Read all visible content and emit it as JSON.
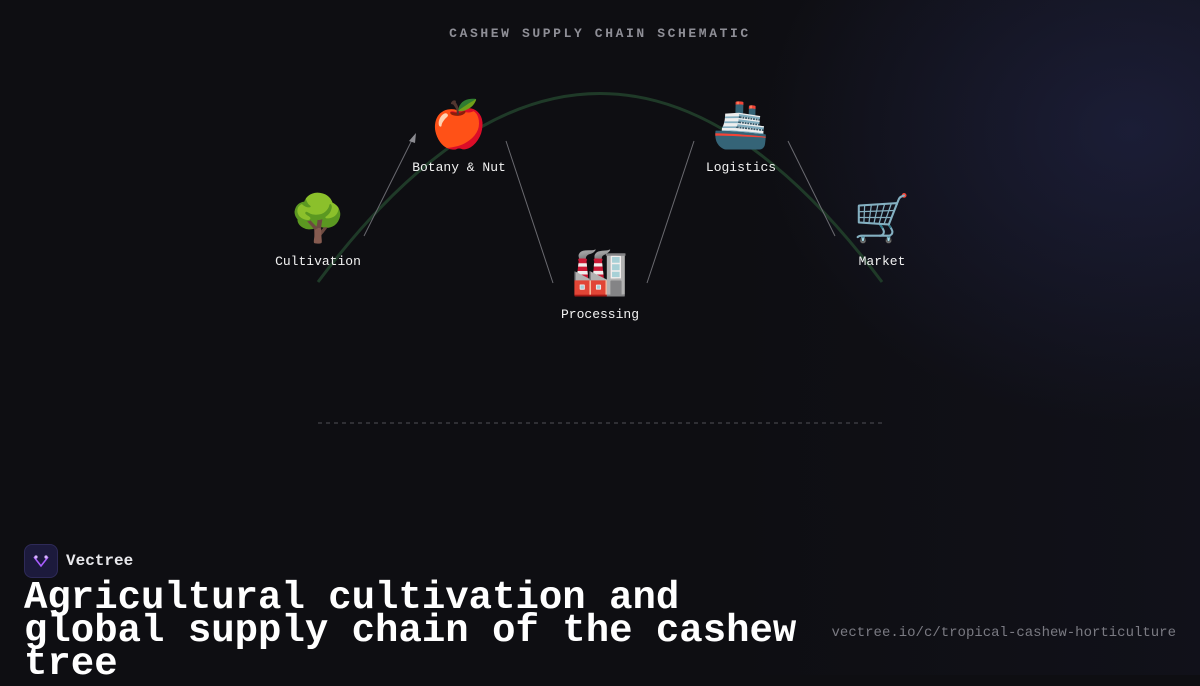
{
  "schematic": {
    "title": "CASHEW SUPPLY CHAIN SCHEMATIC",
    "nodes": [
      {
        "icon": "tree-icon",
        "glyph": "🌳",
        "label": "Cultivation"
      },
      {
        "icon": "apple-icon",
        "glyph": "🍎",
        "label": "Botany & Nut"
      },
      {
        "icon": "factory-icon",
        "glyph": "🏭",
        "label": "Processing"
      },
      {
        "icon": "ship-icon",
        "glyph": "🚢",
        "label": "Logistics"
      },
      {
        "icon": "shopping-cart-icon",
        "glyph": "🛒",
        "label": "Market"
      }
    ],
    "colors": {
      "arc": "#1f3a28",
      "connector": "#6a6a70",
      "dashed_line": "#3a3a40"
    }
  },
  "brand": {
    "logo_icon": "vectree-logo-icon",
    "name": "Vectree"
  },
  "headline": "Agricultural cultivation and global supply chain of the cashew tree",
  "url": "vectree.io/c/tropical-cashew-horticulture",
  "colors": {
    "background": "#0e0e12",
    "accent": "#a85cff"
  }
}
